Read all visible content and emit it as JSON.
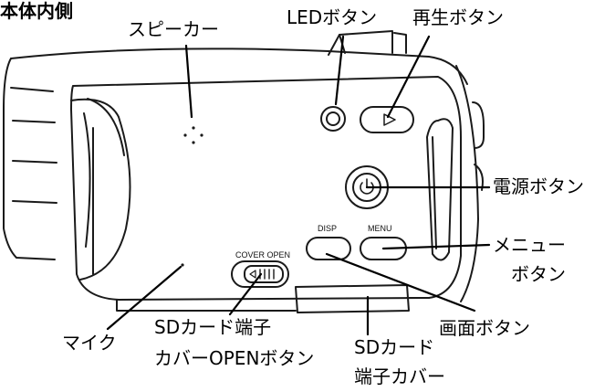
{
  "diagram": {
    "section_title": "本体内側",
    "labels": {
      "speaker": "スピーカー",
      "led_button": "LEDボタン",
      "play_button": "再生ボタン",
      "power_button": "電源ボタン",
      "menu_button_line1": "メニュー",
      "menu_button_line2": "ボタン",
      "screen_button": "画面ボタン",
      "microphone": "マイク",
      "sd_cover_open_line1": "SDカード端子",
      "sd_cover_open_line2": "カバーOPENボタン",
      "sd_cover_line1": "SDカード",
      "sd_cover_line2": "端子カバー"
    },
    "device_text": {
      "cover_open": "COVER OPEN",
      "disp": "DISP",
      "menu": "MENU"
    },
    "colors": {
      "ink": "#000000",
      "line": "#1a1a1a",
      "background": "#ffffff"
    }
  }
}
